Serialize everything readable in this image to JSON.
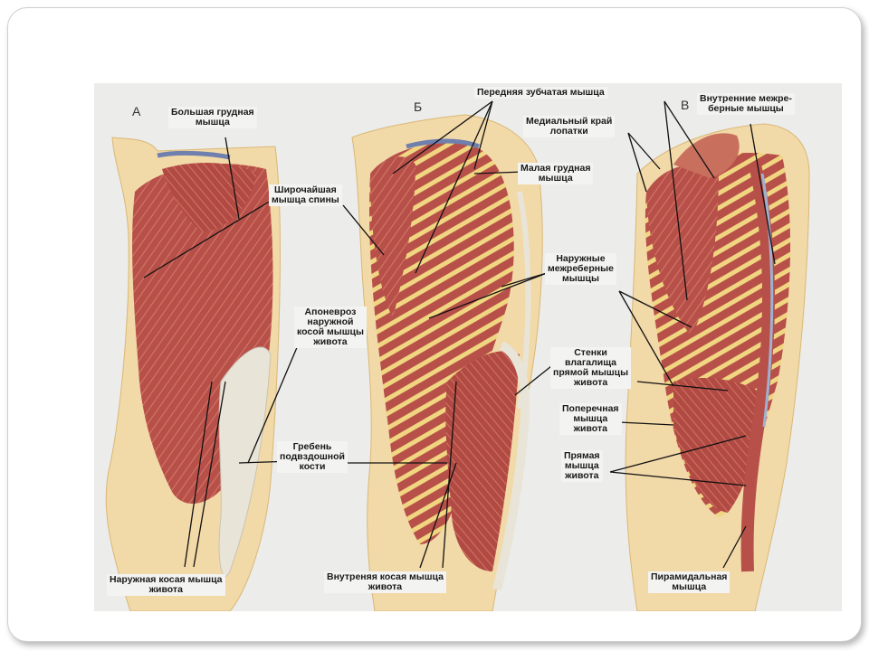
{
  "panels": [
    "А",
    "Б",
    "В"
  ],
  "labels": {
    "pec_major": "Большая грудная\nмышца",
    "lat_dorsi": "Широчайшая\nмышца спины",
    "aponeurosis": "Апоневроз\nнаружной\nкосой мышцы\nживота",
    "iliac_crest": "Гребень\nподвздошной\nкости",
    "ext_oblique": "Наружная косая мышца\nживота",
    "serratus_ant": "Передняя зубчатая мышца",
    "med_border": "Медиальный край\nлопатки",
    "int_intercostal": "Внутренние межре-\nберные мышцы",
    "pec_minor": "Малая грудная\nмышца",
    "ext_intercostal": "Наружные\nмежреберные\nмышцы",
    "rectus_sheath": "Стенки\nвлагалища\nпрямой мышцы\nживота",
    "transversus": "Поперечная\nмышца\nживота",
    "rectus": "Прямая\nмышца\nживота",
    "int_oblique": "Внутреняя косая мышца\nживота",
    "pyramidalis": "Пирамидальная\nмышца"
  },
  "colors": {
    "muscle": "#b8504a",
    "muscle_dark": "#8e3530",
    "muscle_light": "#d9826f",
    "skin": "#f2d9a8",
    "fascia": "#e9e4d8",
    "rib": "#f0d680",
    "background": "#ececea"
  }
}
